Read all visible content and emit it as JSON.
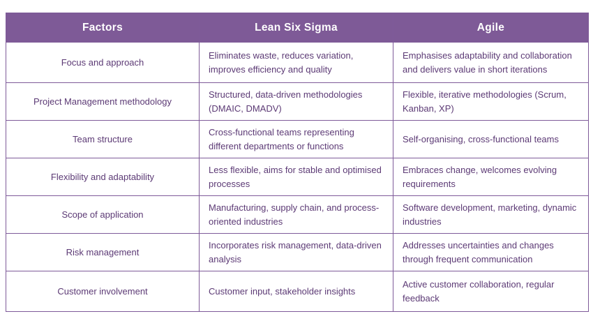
{
  "table": {
    "headers": [
      "Factors",
      "Lean Six Sigma",
      "Agile"
    ],
    "rows": [
      {
        "factor": "Focus and approach",
        "lean_six_sigma": "Eliminates waste, reduces variation, improves efficiency and quality",
        "agile": "Emphasises adaptability and collaboration and delivers value in short iterations"
      },
      {
        "factor": "Project Management methodology",
        "lean_six_sigma": "Structured, data-driven methodologies (DMAIC, DMADV)",
        "agile": "Flexible, iterative methodologies (Scrum, Kanban, XP)"
      },
      {
        "factor": "Team structure",
        "lean_six_sigma": "Cross-functional teams representing different departments or functions",
        "agile": "Self-organising, cross-functional teams"
      },
      {
        "factor": "Flexibility and adaptability",
        "lean_six_sigma": "Less flexible, aims for stable and optimised processes",
        "agile": "Embraces change, welcomes evolving requirements"
      },
      {
        "factor": "Scope of application",
        "lean_six_sigma": "Manufacturing, supply chain, and process-oriented industries",
        "agile": "Software development, marketing, dynamic industries"
      },
      {
        "factor": "Risk management",
        "lean_six_sigma": "Incorporates risk management, data-driven analysis",
        "agile": "Addresses uncertainties and changes through frequent communication"
      },
      {
        "factor": "Customer involvement",
        "lean_six_sigma": "Customer input, stakeholder insights",
        "agile": "Active customer collaboration, regular feedback"
      }
    ],
    "colors": {
      "header_bg": "#7e5a97",
      "header_text": "#ffffff",
      "body_text": "#5c3a75",
      "border": "#7e5a99",
      "page_bg": "#ffffff"
    }
  }
}
